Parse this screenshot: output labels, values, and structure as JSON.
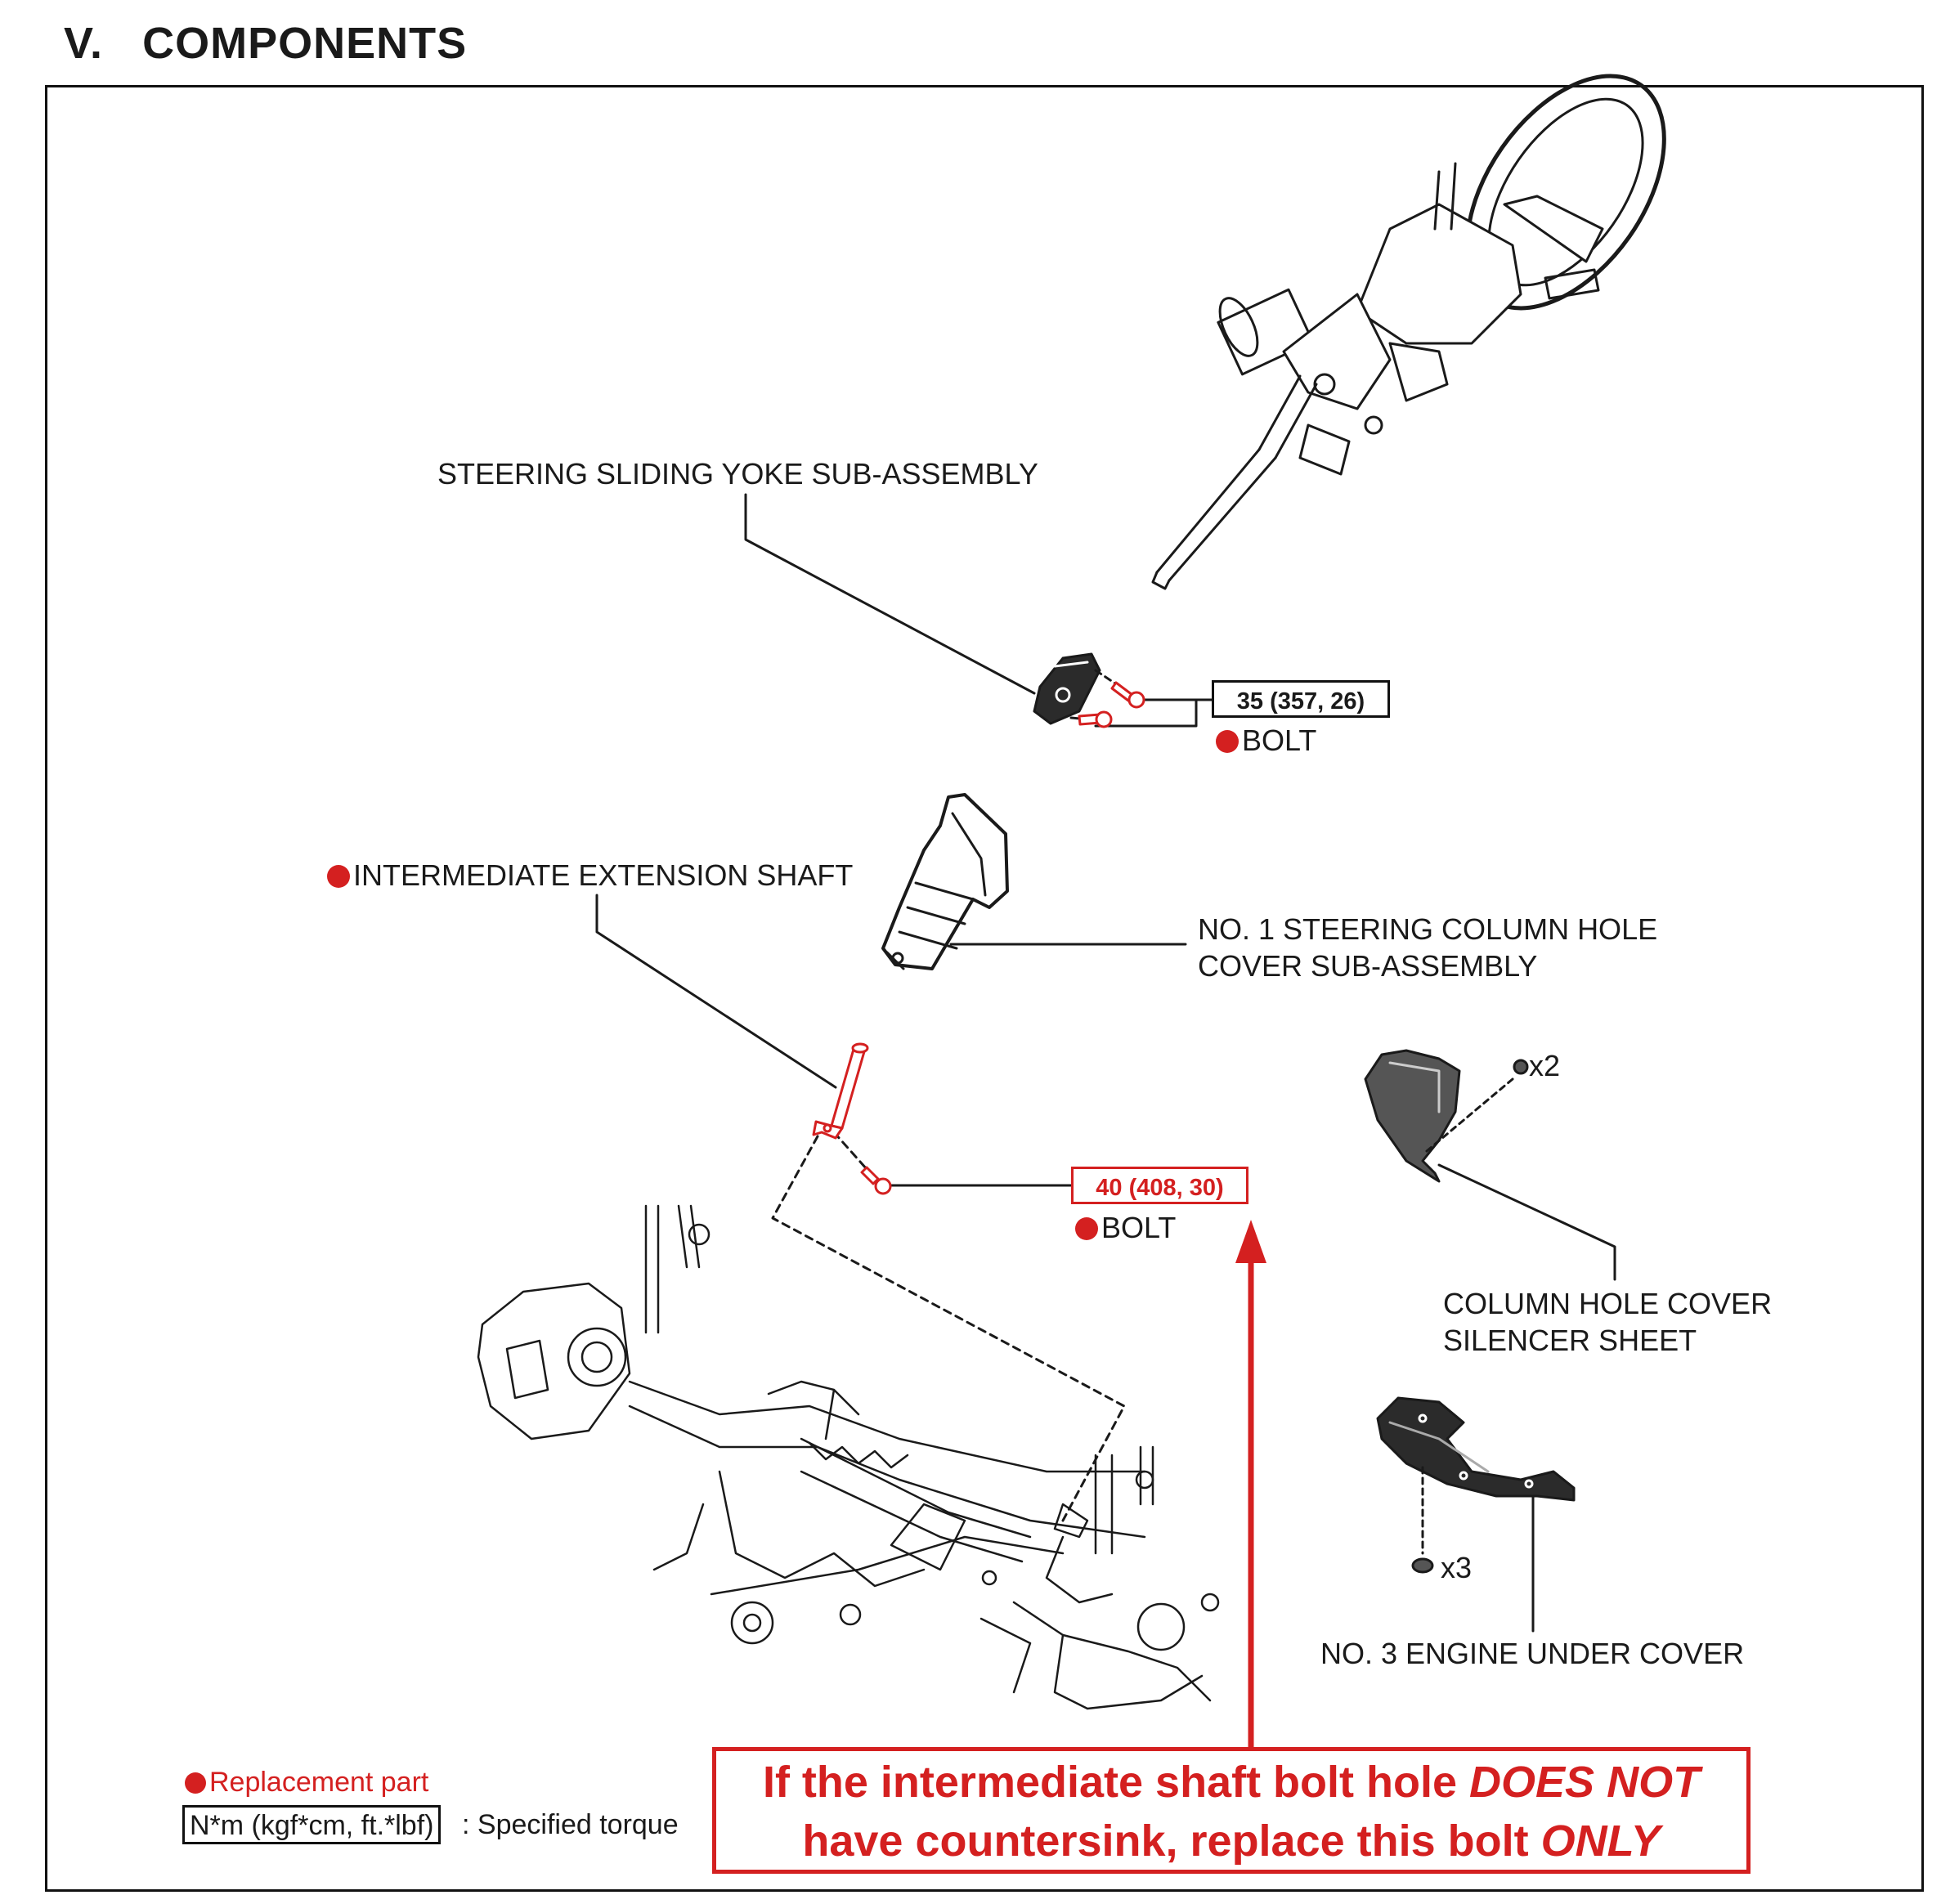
{
  "section": {
    "number": "V.",
    "title": "COMPONENTS"
  },
  "labels": {
    "sliding_yoke": "STEERING SLIDING YOKE SUB-ASSEMBLY",
    "yoke_torque": "35 (357, 26)",
    "yoke_bolt": "BOLT",
    "intermediate_shaft": "INTERMEDIATE EXTENSION SHAFT",
    "hole_cover_line1": "NO. 1 STEERING COLUMN HOLE",
    "hole_cover_line2": "COVER SUB-ASSEMBLY",
    "clip_count_top": "x2",
    "shaft_torque": "40 (408, 30)",
    "shaft_bolt": "BOLT",
    "silencer_line1": "COLUMN HOLE COVER",
    "silencer_line2": "SILENCER SHEET",
    "clip_count_bottom": "x3",
    "under_cover": "NO. 3 ENGINE UNDER COVER"
  },
  "legend": {
    "replacement": "Replacement part",
    "torque_unit": "N*m (kgf*cm, ft.*lbf)",
    "torque_desc": ": Specified torque"
  },
  "notice": {
    "line1_a": "If the intermediate shaft bolt hole ",
    "line1_b": "DOES NOT",
    "line2_a": "have countersink, replace this bolt ",
    "line2_b": "ONLY"
  },
  "colors": {
    "replacement": "#d42020",
    "line": "#1a1a1a"
  }
}
